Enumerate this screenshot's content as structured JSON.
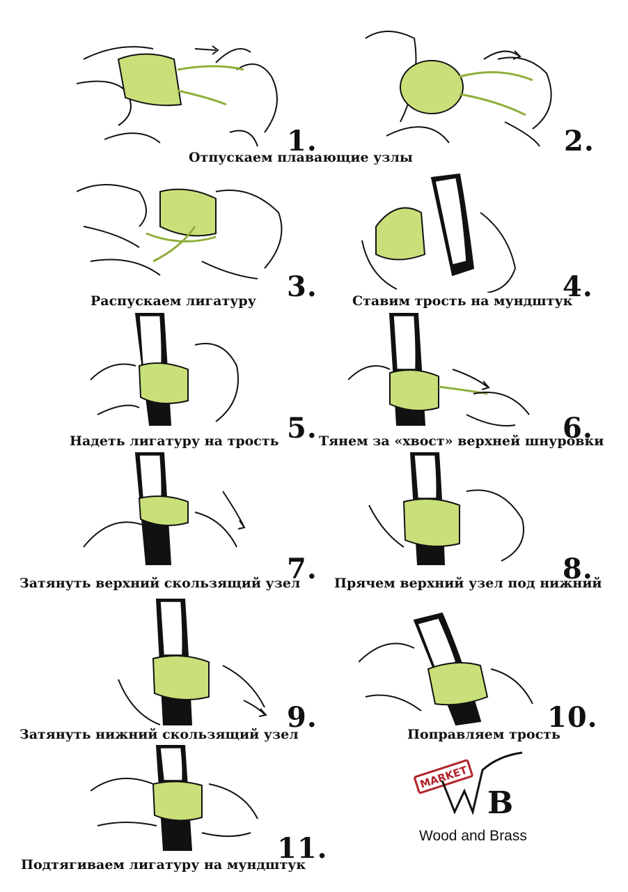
{
  "steps": [
    {
      "number": "1.",
      "caption": "Отпускаем плавающие узлы"
    },
    {
      "number": "2.",
      "caption": ""
    },
    {
      "number": "3.",
      "caption": "Распускаем лигатуру"
    },
    {
      "number": "4.",
      "caption": "Ставим трость на мундштук"
    },
    {
      "number": "5.",
      "caption": "Надеть лигатуру на трость"
    },
    {
      "number": "6.",
      "caption": "Тянем за «хвост» верхней шнуровки"
    },
    {
      "number": "7.",
      "caption": "Затянуть верхний скользящий узел"
    },
    {
      "number": "8.",
      "caption": "Прячем верхний узел под нижний"
    },
    {
      "number": "9.",
      "caption": "Затянуть нижний скользящий узел"
    },
    {
      "number": "10.",
      "caption": "Поправляем трость"
    },
    {
      "number": "11.",
      "caption": "Подтягиваем лигатуру на мундштук"
    }
  ],
  "logo": {
    "stamp": "MARKET",
    "monogram": "WB",
    "name": "Wood and Brass"
  },
  "colors": {
    "ligature": "#c9e07a",
    "ligature_dark": "#8fae3a",
    "ink": "#111111",
    "stamp": "#b3232a"
  },
  "icons": [
    "hands-illustration",
    "ligature-illustration",
    "mouthpiece-illustration",
    "arrow-icon"
  ]
}
